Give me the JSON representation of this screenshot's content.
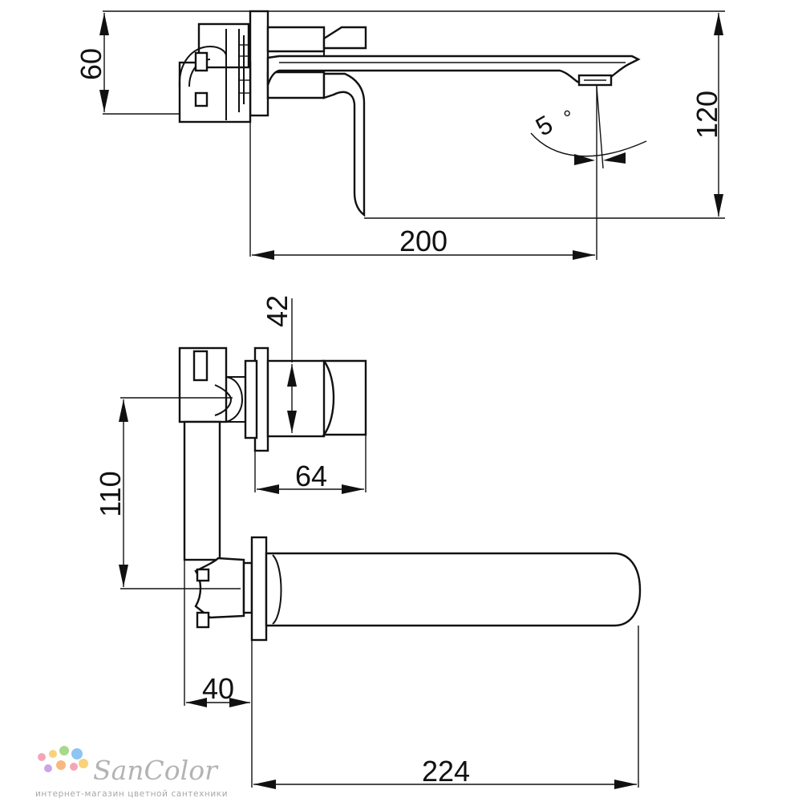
{
  "dimensions": {
    "side_height_left": "60",
    "side_height_right": "120",
    "side_reach": "200",
    "spout_angle": "5",
    "degree_symbol": "°",
    "handle_width": "42",
    "axis_spacing": "110",
    "handle_depth": "64",
    "body_depth": "40",
    "spout_reach": "224"
  },
  "watermark": {
    "brand": "SanColor",
    "tagline": "интернет-магазин цветной сантехники",
    "dot_colors": [
      "#f4a6b8",
      "#f9d27a",
      "#a6d98c",
      "#8ec5f2",
      "#c9a6e6",
      "#f7b97f"
    ]
  }
}
